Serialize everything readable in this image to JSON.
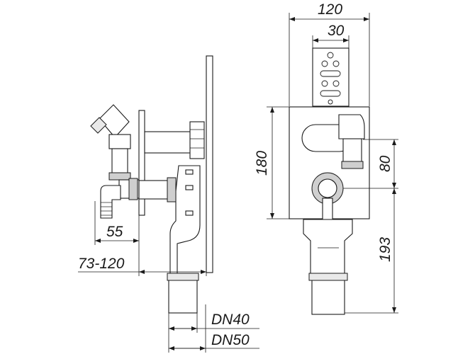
{
  "dimensions": {
    "width_total": "120",
    "width_bracket": "30",
    "height_box": "180",
    "height_outlet": "80",
    "height_drain": "193",
    "depth_tap": "55",
    "depth_range": "73-120",
    "pipe_small": "DN40",
    "pipe_large": "DN50"
  }
}
